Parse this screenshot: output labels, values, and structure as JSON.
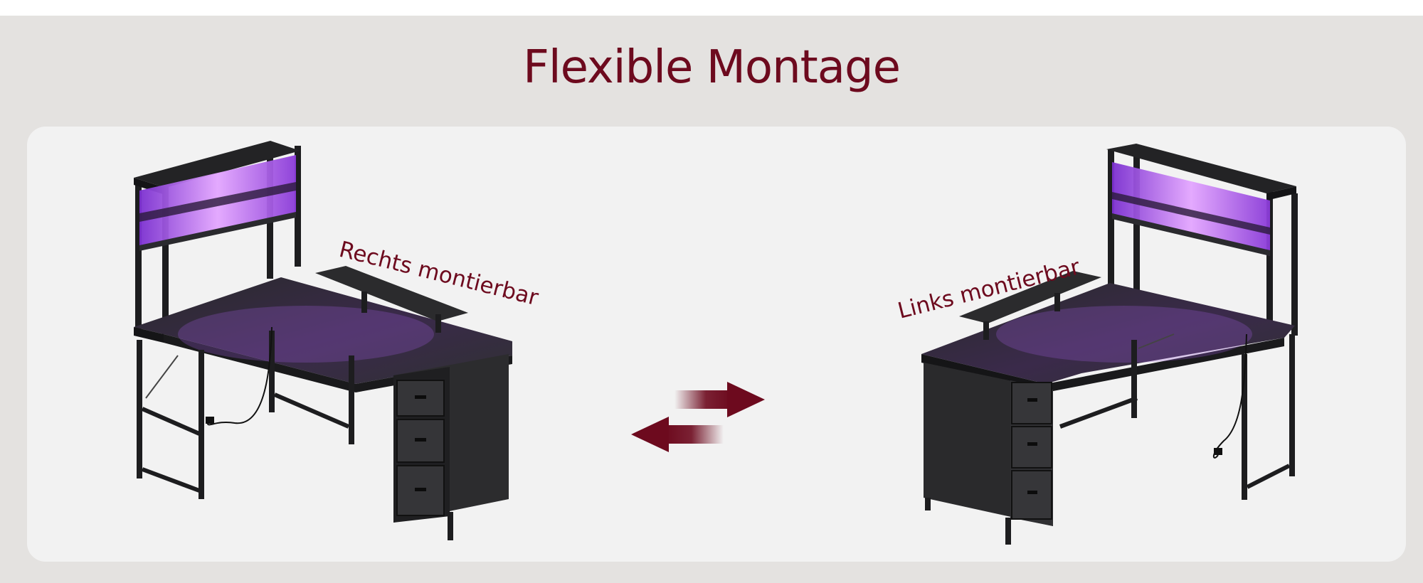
{
  "headline": "Flexible Montage",
  "options": [
    {
      "label": "Rechts montierbar"
    },
    {
      "label": "Links montierbar"
    }
  ],
  "colors": {
    "accent": "#6d0a1e",
    "background": "#e4e2e0",
    "panel": "#f2f2f2",
    "led_glow": "#b96cf0"
  },
  "icons": {
    "swap": "swap-arrows-icon"
  }
}
